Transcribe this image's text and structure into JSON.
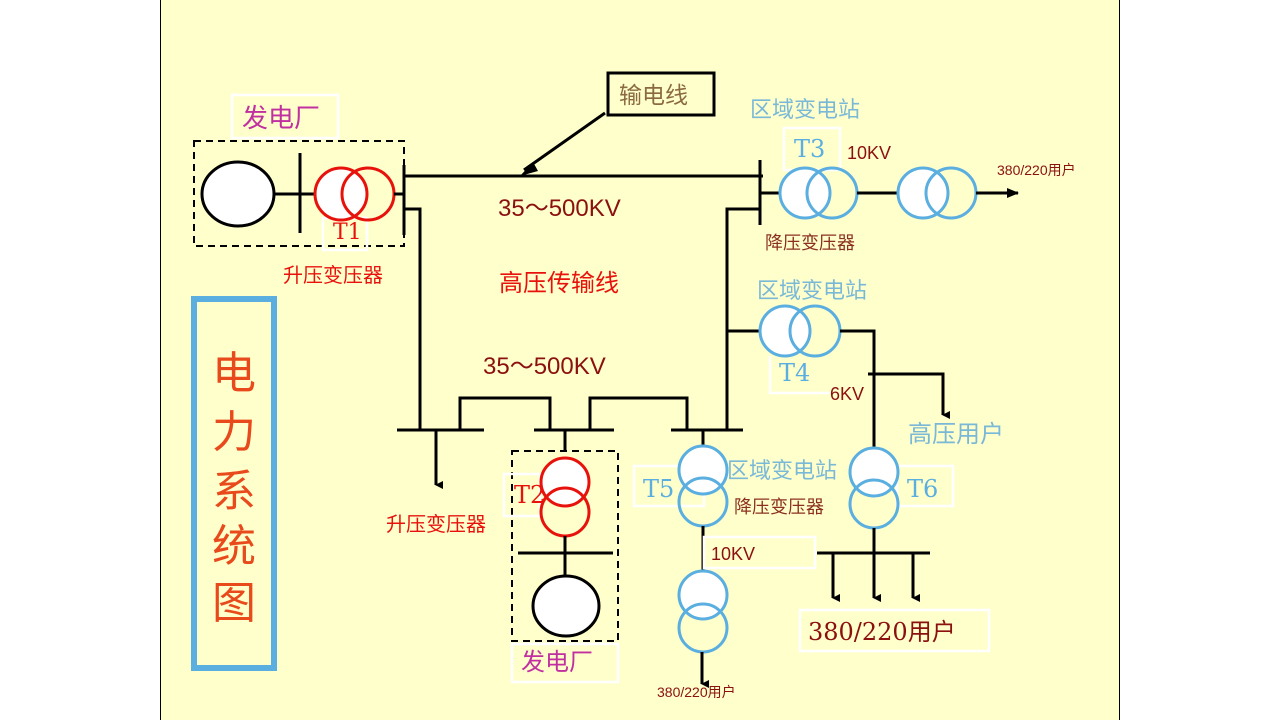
{
  "slide": {
    "title": "电力系统图",
    "title_chars": [
      "电",
      "力",
      "系",
      "统",
      "图"
    ],
    "colors": {
      "background": "#ffffcc",
      "title_text": "#e84a1c",
      "title_frame": "#5aaee0",
      "step_up_transformer": "#e8120c",
      "step_down_transformer": "#5aaee0",
      "voltage_text": "#8b1010",
      "station_text": "#7ab8d8",
      "plant_text": "#c030a0"
    }
  },
  "labels": {
    "plant_top": "发电厂",
    "plant_bottom": "发电厂",
    "t1": "T1",
    "t2": "T2",
    "t3": "T3",
    "t4": "T4",
    "t5": "T5",
    "t6": "T6",
    "step_up_1": "升压变压器",
    "step_up_2": "升压变压器",
    "transmission_line_callout": "输电线",
    "voltage_top": "35～500KV",
    "voltage_mid": "35～500KV",
    "hv_line": "高压传输线",
    "station_t3": "区域变电站",
    "station_t4": "区域变电站",
    "station_t5": "区域变电站",
    "step_down_t3": "降压变压器",
    "step_down_t5": "降压变压器",
    "kv_10_top": "10KV",
    "kv_6": "6KV",
    "kv_10_bottom": "10KV",
    "hv_user": "高压用户",
    "user_top_right": "380/220用户",
    "user_bottom_center": "380/220用户",
    "user_bottom_large": "380/220用户"
  }
}
